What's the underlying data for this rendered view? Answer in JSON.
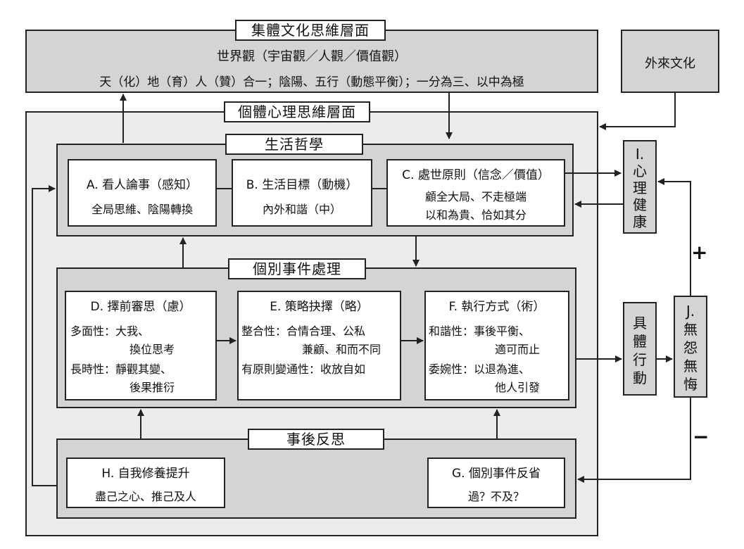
{
  "world": {
    "title": "集體文化思維層面",
    "line1": "世界觀（宇宙觀／人觀／價值觀）",
    "line2": "天（化）地（育）人（贊）合一；陰陽、五行（動態平衡）；一分為三、以中為極"
  },
  "foreign": "外來文化",
  "individual": {
    "title": "個體心理思維層面"
  },
  "philosophy": {
    "title": "生活哲學",
    "a": {
      "title": "A. 看人論事（感知）",
      "body": "全局思維、陰陽轉換"
    },
    "b": {
      "title": "B. 生活目標（動機）",
      "body": "內外和諧（中）"
    },
    "c": {
      "title": "C. 處世原則（信念／價值）",
      "body1": "顧全大局、不走極端",
      "body2": "以和為貴、恰如其分"
    }
  },
  "events": {
    "title": "個別事件處理",
    "d": {
      "title": "D. 擇前審思（慮）",
      "r1a": "多面性：大我、",
      "r1b": "換位思考",
      "r2a": "長時性：靜觀其變、",
      "r2b": "後果推衍"
    },
    "e": {
      "title": "E. 策略抉擇（略）",
      "r1a": "整合性：合情合理、公私",
      "r1b": "兼顧、和而不同",
      "r2": "有原則變通性：收放自如"
    },
    "f": {
      "title": "F. 執行方式（術）",
      "r1a": "和諧性：事後平衡、",
      "r1b": "適可而止",
      "r2a": "委婉性：以退為進、",
      "r2b": "他人引發"
    }
  },
  "reflection": {
    "title": "事後反思",
    "h": {
      "title": "H. 自我修養提升",
      "body": "盡己之心、推己及人"
    },
    "g": {
      "title": "G. 個別事件反省",
      "body": "過？不及？"
    }
  },
  "health": [
    "I.",
    "心",
    "理",
    "健",
    "康"
  ],
  "action": [
    "具",
    "體",
    "行",
    "動"
  ],
  "noregret": [
    "J.",
    "無",
    "怨",
    "無",
    "悔"
  ],
  "signs": {
    "plus": "+",
    "minus": "−"
  }
}
